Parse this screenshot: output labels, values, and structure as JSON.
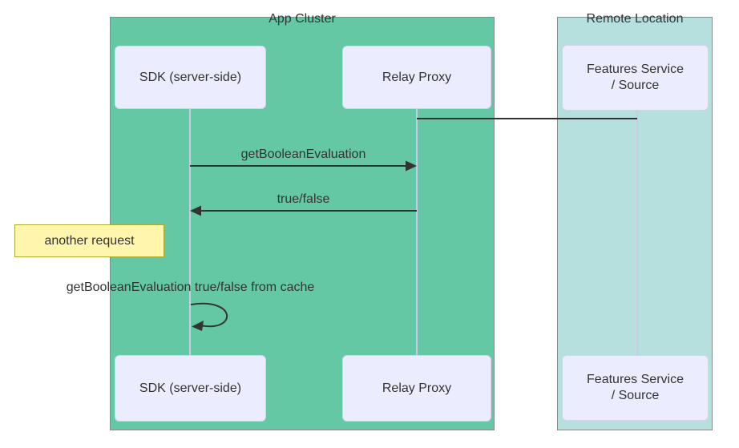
{
  "diagram": {
    "type": "sequence-diagram",
    "clusters": {
      "app": {
        "label": "App Cluster"
      },
      "remote": {
        "label": "Remote Location"
      }
    },
    "actors": {
      "sdk": "SDK (server-side)",
      "relay": "Relay Proxy",
      "features": "Features Service\n/ Source"
    },
    "messages": {
      "m1": {
        "from": "SDK (server-side)",
        "to": "Relay Proxy",
        "label": "getBooleanEvaluation",
        "direction": "right"
      },
      "m2": {
        "from": "Relay Proxy",
        "to": "SDK (server-side)",
        "label": "true/false",
        "direction": "left"
      },
      "self": {
        "from": "SDK (server-side)",
        "to": "SDK (server-side)",
        "label": "getBooleanEvaluation true/false from cache",
        "direction": "self-loop"
      },
      "link": {
        "from": "Relay Proxy",
        "to": "Features Service / Source",
        "label": "",
        "direction": "plain-line"
      }
    },
    "note": {
      "label": "another request"
    }
  },
  "colors": {
    "cluster_green": "#63c8a3",
    "remote_cyan": "#b5e0de",
    "actor_fill": "#ececff",
    "actor_border": "#d8d0ee",
    "note_fill": "#fff5ad",
    "note_border": "#aaaa33",
    "line": "#333333",
    "text": "#333333",
    "lifeline": "#cfc9e8",
    "cluster_border": "#8a8a8a"
  }
}
